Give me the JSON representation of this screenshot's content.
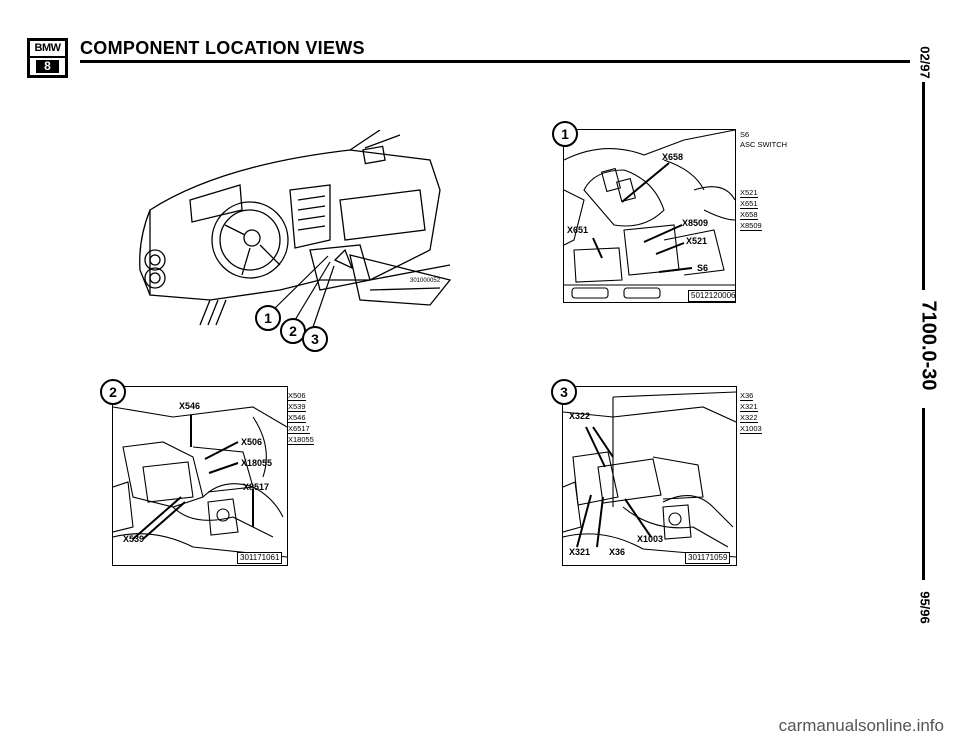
{
  "header": {
    "logo_top": "BMW",
    "logo_bottom": "8",
    "title": "COMPONENT LOCATION VIEWS"
  },
  "side": {
    "date": "02/97",
    "code": "7100.0-30",
    "model_year": "95/96"
  },
  "overview": {
    "ref": "301000052",
    "callouts": [
      "1",
      "2",
      "3"
    ]
  },
  "view1": {
    "callout": "1",
    "component_code": "S6",
    "component_desc": "ASC SWITCH",
    "connectors": [
      "X521",
      "X651",
      "X658",
      "X8509"
    ],
    "labels": {
      "x658": "X658",
      "x8509": "X8509",
      "x651": "X651",
      "x521": "X521",
      "s6": "S6"
    },
    "part_number": "5012120006"
  },
  "view2": {
    "callout": "2",
    "connectors": [
      "X506",
      "X539",
      "X546",
      "X6517",
      "X18055"
    ],
    "labels": {
      "x546": "X546",
      "x506": "X506",
      "x18055": "X18055",
      "x8517": "X8517",
      "x539": "X539"
    },
    "part_number": "301171061"
  },
  "view3": {
    "callout": "3",
    "connectors": [
      "X36",
      "X321",
      "X322",
      "X1003"
    ],
    "labels": {
      "x322": "X322",
      "x1003": "X1003",
      "x321": "X321",
      "x36": "X36"
    },
    "part_number": "301171059"
  },
  "footer": {
    "watermark": "carmanualsonline.info"
  }
}
